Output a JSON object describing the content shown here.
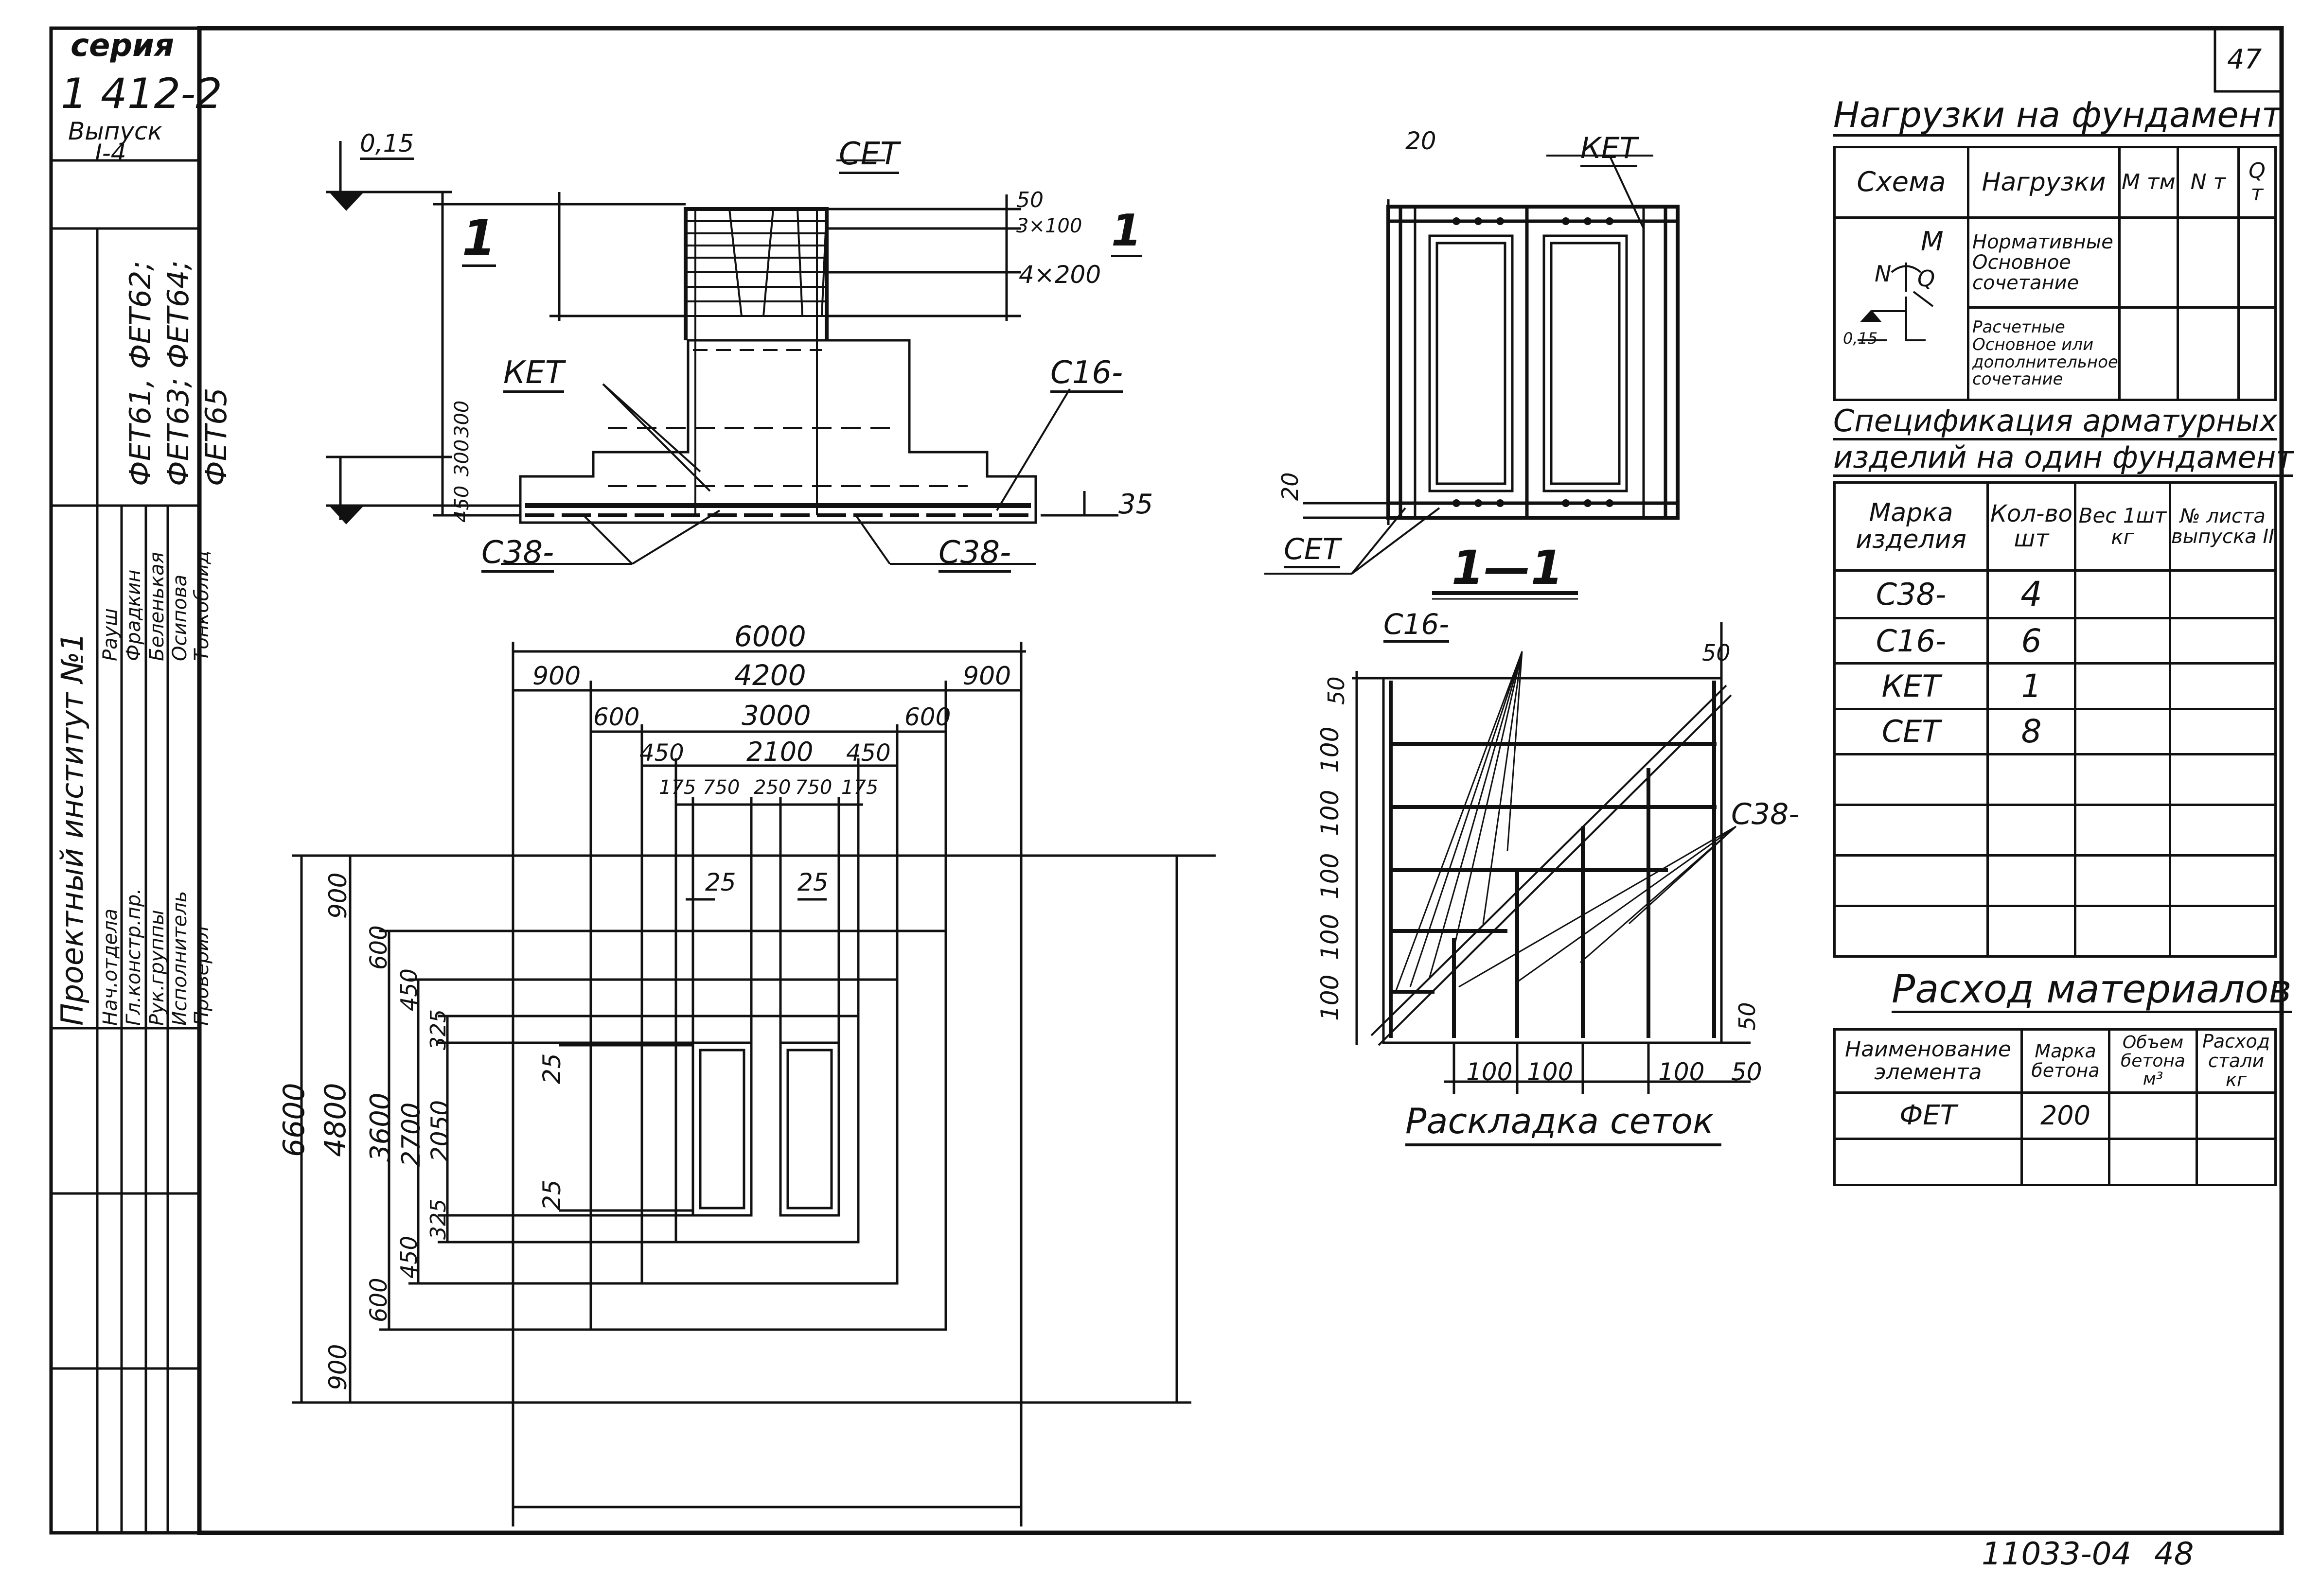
{
  "title_block": {
    "series_label": "серия",
    "series": "1 412-2",
    "issue_label": "Выпуск",
    "issue": "I-4",
    "marks": "ФЕТ61, ФЕТ62; ФЕТ63; ФЕТ64; ФЕТ65",
    "institute": "Проектный институт №1",
    "roles": [
      {
        "role": "Нач.отдела",
        "name": "Рауш"
      },
      {
        "role": "Гл.констр.пр.",
        "name": "Фрадкин"
      },
      {
        "role": "Рук.группы",
        "name": "Беленькая"
      },
      {
        "role": "Исполнитель",
        "name": "Осипова"
      },
      {
        "role": "Проверил",
        "name": "Тонкоблид"
      }
    ]
  },
  "page_number": "47",
  "footer": {
    "code": "11033-04",
    "sheet": "48"
  },
  "section_drawing": {
    "level_top": "0,15",
    "section_mark": "1",
    "labels": {
      "set": "СЕТ",
      "ket": "КЕТ",
      "c16": "С16-",
      "c38_left": "С38-",
      "c38_right": "С38-"
    },
    "dims_right": [
      "50",
      "3×100",
      "4×200"
    ],
    "dims_left": [
      "300",
      "300",
      "450"
    ],
    "dim_bottom_right": "35"
  },
  "plan_drawing": {
    "dims_top": [
      "6000",
      "900",
      "4200",
      "900",
      "600",
      "3000",
      "600",
      "450",
      "2100",
      "450",
      "175",
      "750",
      "250",
      "750",
      "175",
      "25",
      "25"
    ],
    "dims_left": [
      "6600",
      "4800",
      "3600",
      "2700",
      "2050",
      "900",
      "600",
      "450",
      "325",
      "325",
      "450",
      "600",
      "900",
      "25",
      "25"
    ]
  },
  "frame_drawing": {
    "labels": {
      "ket": "КЕТ",
      "set": "СЕТ"
    },
    "dims": [
      "20",
      "20"
    ],
    "section_title": "1—1"
  },
  "mesh_drawing": {
    "labels": {
      "c16": "С16-",
      "c38": "С38-"
    },
    "dims_left": [
      "50",
      "100",
      "100",
      "100",
      "100",
      "100"
    ],
    "dims_bottom": [
      "100",
      "100",
      "100",
      "50"
    ],
    "dims_right": [
      "50",
      "50"
    ],
    "title": "Раскладка сеток"
  },
  "loads_table": {
    "title": "Нагрузки на фундамент",
    "headers": [
      "Схема",
      "Нагрузки",
      "M тм",
      "N т",
      "Q т"
    ],
    "rows": [
      {
        "load": "Нормативные Основное сочетание"
      },
      {
        "load": "Расчетные Основное или дополнительное сочетание"
      }
    ],
    "scheme_labels": {
      "m": "M",
      "n": "N",
      "q": "Q",
      "level": "0,15"
    }
  },
  "spec_table": {
    "title_line1": "Спецификация арматурных",
    "title_line2": "изделий на один фундамент",
    "headers": [
      "Марка изделия",
      "Кол-во шт",
      "Вес 1шт кг",
      "№ листа выпуска II"
    ],
    "rows": [
      [
        "С38-",
        "4",
        "",
        ""
      ],
      [
        "С16-",
        "6",
        "",
        ""
      ],
      [
        "КЕТ",
        "1",
        "",
        ""
      ],
      [
        "СЕТ",
        "8",
        "",
        ""
      ]
    ]
  },
  "materials_table": {
    "title": "Расход материалов",
    "headers": [
      "Наименование элемента",
      "Марка бетона",
      "Объем бетона м³",
      "Расход стали кг"
    ],
    "rows": [
      [
        "ФЕТ",
        "200",
        "",
        ""
      ]
    ]
  }
}
